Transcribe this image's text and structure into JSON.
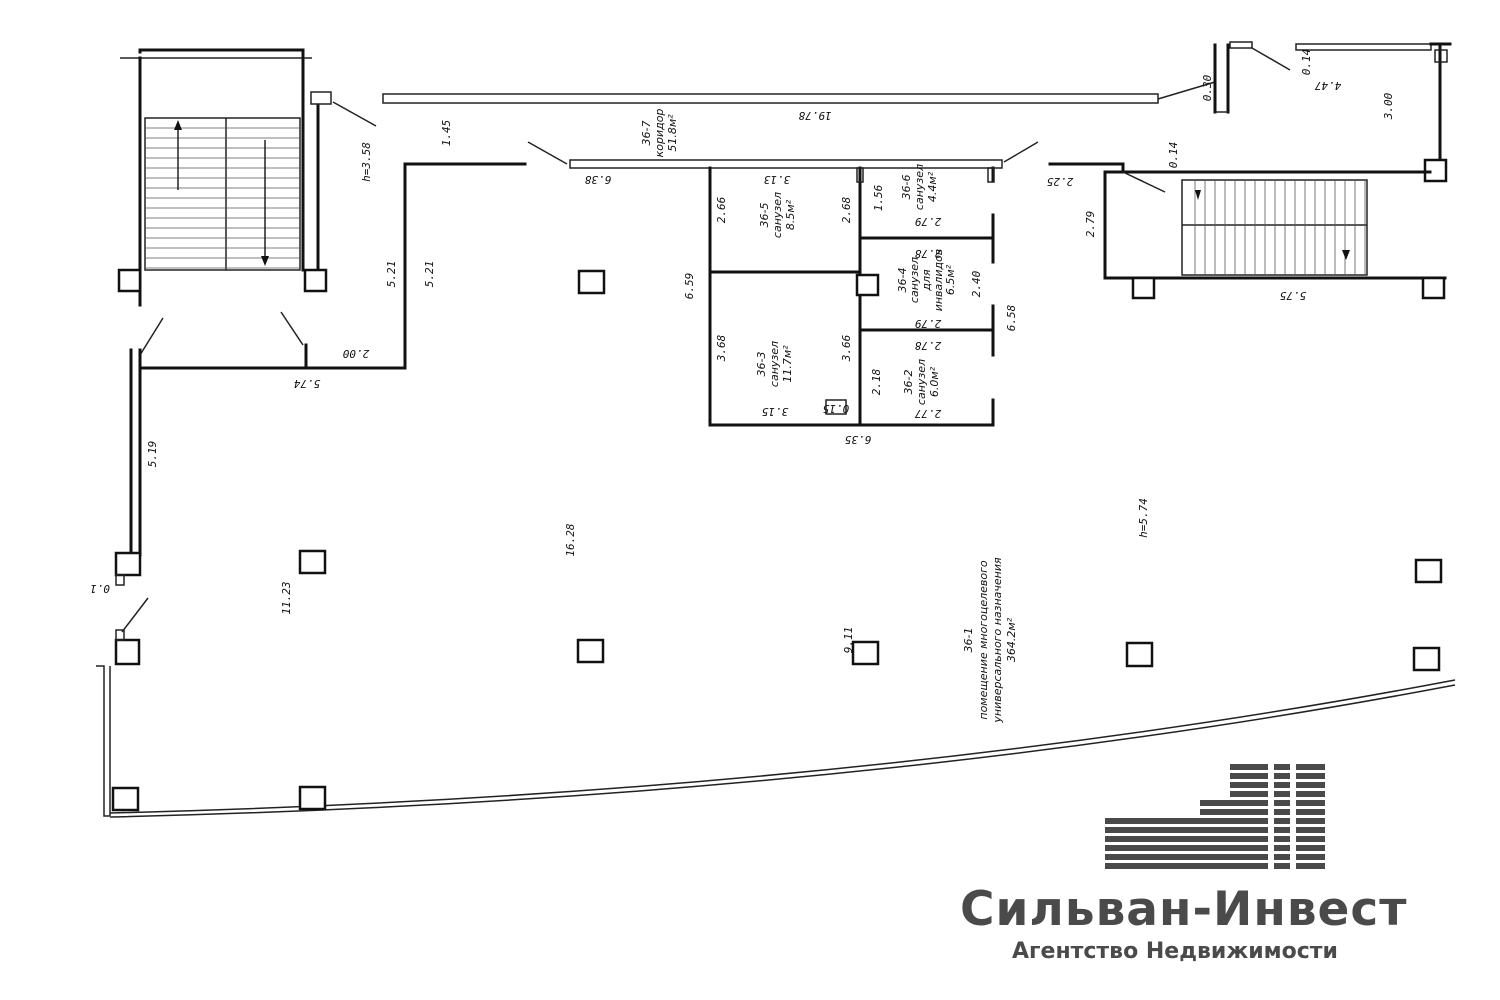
{
  "plan": {
    "rooms": [
      {
        "id": "36-7",
        "type": "коридор",
        "area": "51.8м²"
      },
      {
        "id": "36-6",
        "type": "санузел",
        "area": "4.4м²"
      },
      {
        "id": "36-5",
        "type": "санузел",
        "area": "8.5м²"
      },
      {
        "id": "36-4",
        "type": "санузел",
        "extra1": "для",
        "extra2": "инвалидов",
        "area": "6.5м²"
      },
      {
        "id": "36-3",
        "type": "санузел",
        "area": "11.7м²"
      },
      {
        "id": "36-2",
        "type": "санузел",
        "area": "6.0м²"
      },
      {
        "id": "36-1",
        "type": "помещение многоцелевого",
        "type2": "универсального назначения",
        "area": "364.2м²"
      }
    ],
    "heights": {
      "stair": "h=3.58",
      "hall": "h=5.74"
    },
    "dimensions": {
      "d1978": "19.78",
      "d145": "1.45",
      "d638": "6.38",
      "d313": "3.13",
      "d156": "1.56",
      "d225": "2.25",
      "d279a": "2.79",
      "d575": "5.75",
      "d447": "4.47",
      "d030": "0.30",
      "d014a": "0.14",
      "d014b": "0.14",
      "d300": "3.00",
      "d521a": "5.21",
      "d521b": "5.21",
      "d200": "2.00",
      "d574": "5.74",
      "d519": "5.19",
      "d1628": "16.28",
      "d1123": "11.23",
      "d266": "2.66",
      "d268": "2.68",
      "d279b": "2.79",
      "d278a": "2.78",
      "d240": "2.40",
      "d659": "6.59",
      "d279c": "2.79",
      "d658": "6.58",
      "d278b": "2.78",
      "d368": "3.68",
      "d366": "3.66",
      "d218": "2.18",
      "d315": "3.15",
      "d015": "0.15",
      "d277": "2.77",
      "d635": "6.35",
      "d911": "9.11",
      "d01": "0.1"
    }
  },
  "brand": {
    "name": "Сильван-Инвест",
    "subtitle": "Агентство Недвижимости"
  },
  "colors": {
    "line": "#111111",
    "logo": "#4a4a4a"
  }
}
